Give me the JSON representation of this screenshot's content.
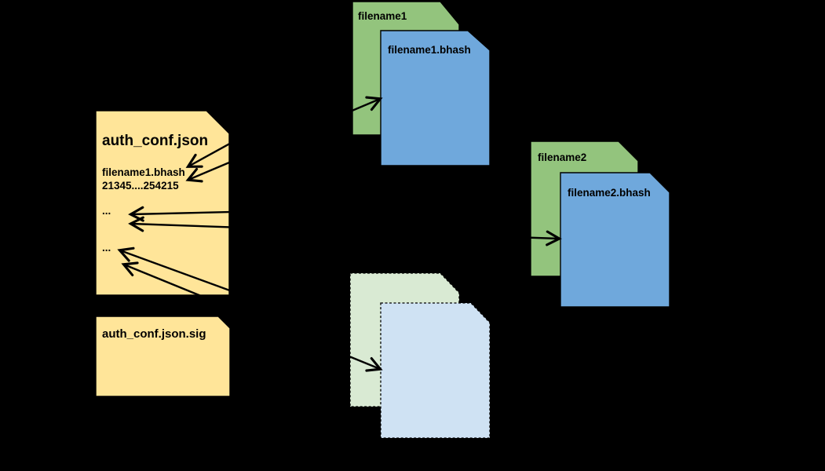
{
  "canvas": {
    "background": "#000000",
    "ink": "#000000"
  },
  "palette": {
    "manifest_fill": "#FFE599",
    "file_fill": "#93C47D",
    "hash_fill": "#6FA8DC",
    "ghost_file_fill": "#D9EAD3",
    "ghost_hash_fill": "#CFE2F3"
  },
  "manifest_doc": {
    "title": "auth_conf.json",
    "entry_line1": "filename1.bhash",
    "entry_line2": "21345....254215",
    "ellipsis_1": "...",
    "ellipsis_2": "..."
  },
  "signature_doc": {
    "label": "auth_conf.json.sig"
  },
  "file1_doc": {
    "label": "filename1"
  },
  "hash1_doc": {
    "label": "filename1.bhash"
  },
  "file2_doc": {
    "label": "filename2"
  },
  "hash2_doc": {
    "label": "filename2.bhash"
  }
}
